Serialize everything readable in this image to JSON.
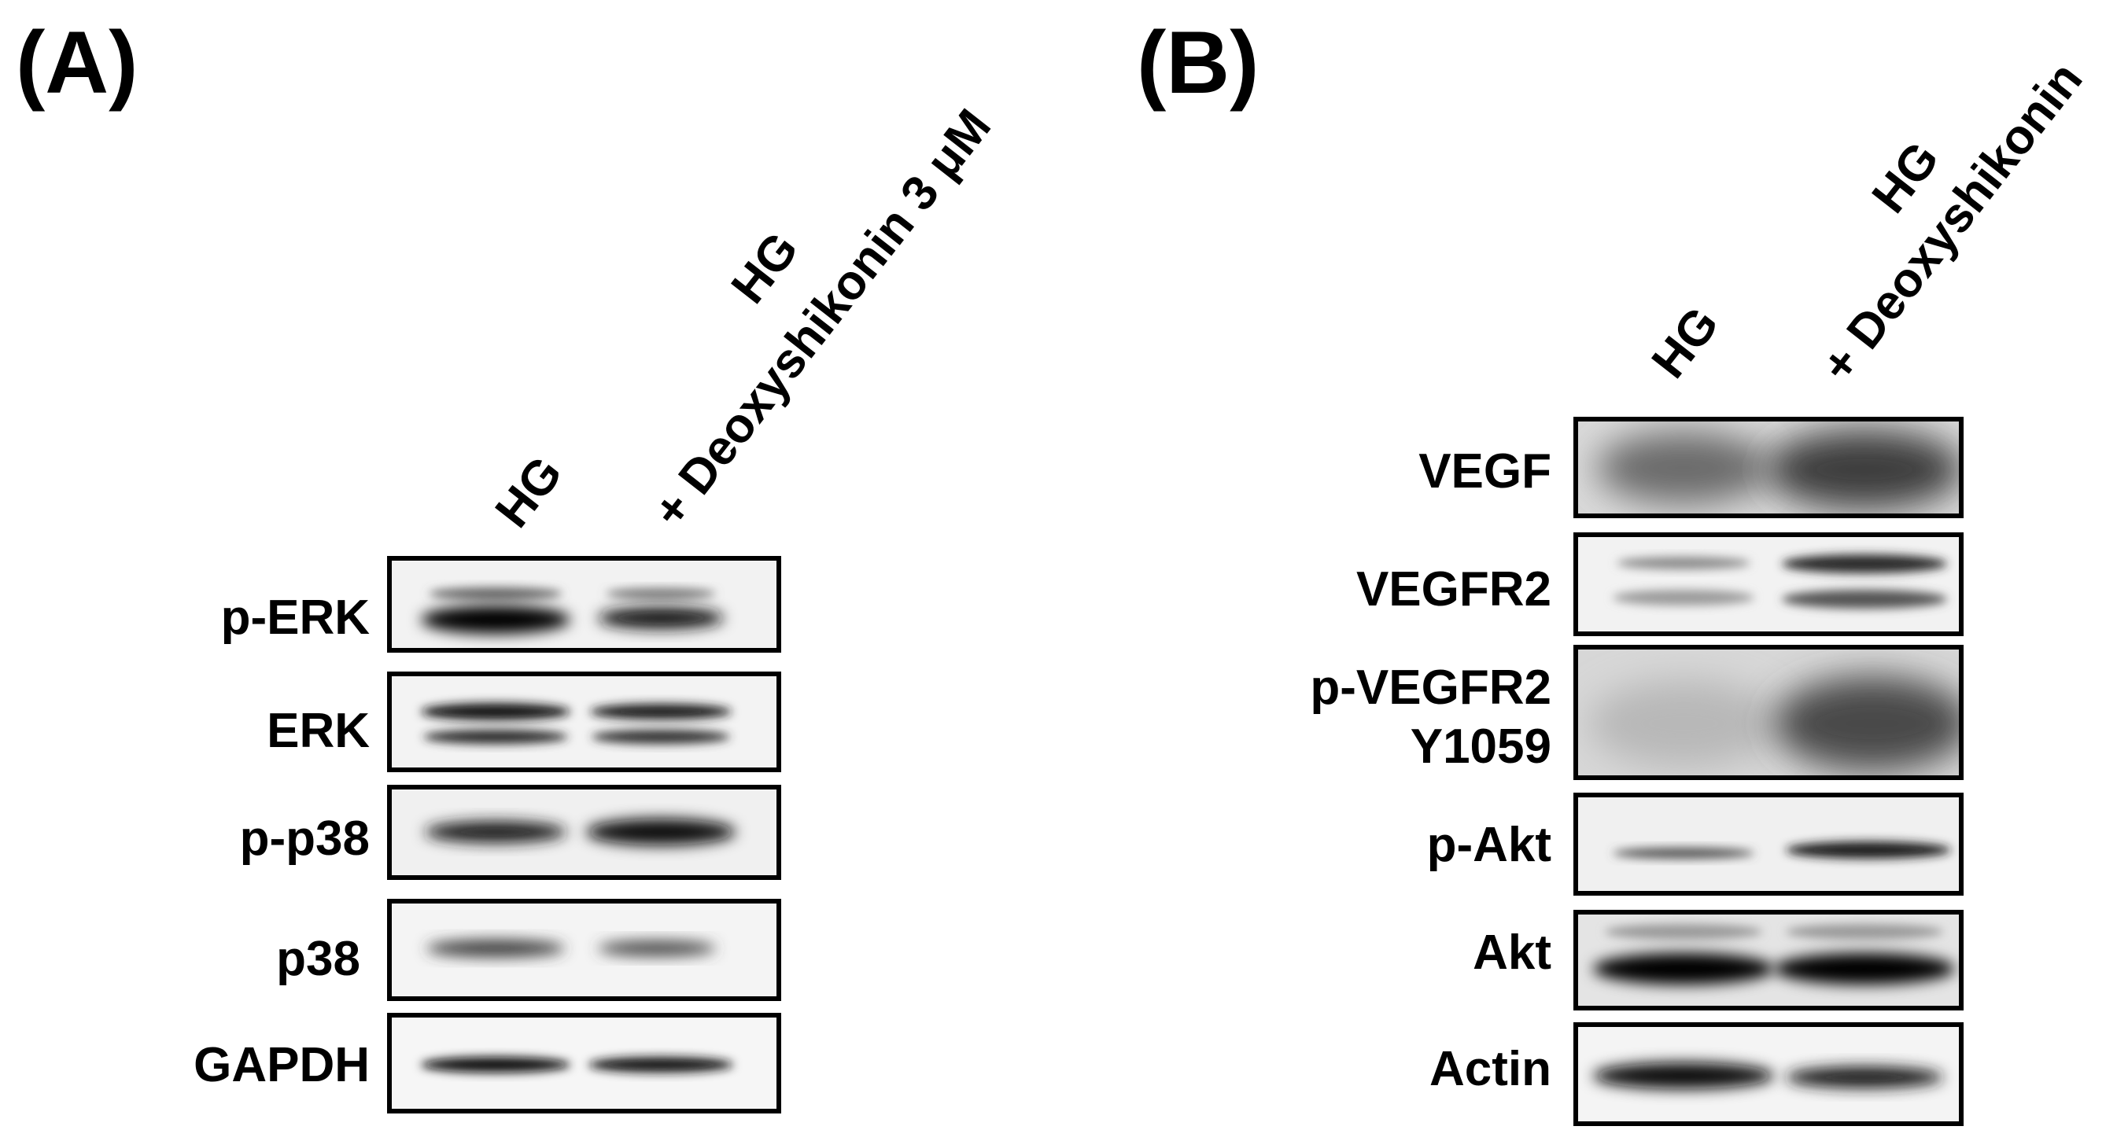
{
  "panels": [
    {
      "label": "(A)",
      "lanes": [
        "HG",
        "+ Deoxyshikonin 3 μM"
      ],
      "lane_top_label": "HG",
      "rows": [
        "p-ERK",
        "ERK",
        "p-p38",
        "p38",
        "GAPDH"
      ]
    },
    {
      "label": "(B)",
      "lanes": [
        "HG",
        "+ Deoxyshikonin"
      ],
      "lane_top_label": "HG",
      "rows": [
        "VEGF",
        "VEGFR2",
        "p-VEGFR2",
        "Y1059",
        "p-Akt",
        "Akt",
        "Actin"
      ]
    }
  ],
  "colors": {
    "band": "#141414",
    "frame": "#000000",
    "background": "#ffffff"
  }
}
